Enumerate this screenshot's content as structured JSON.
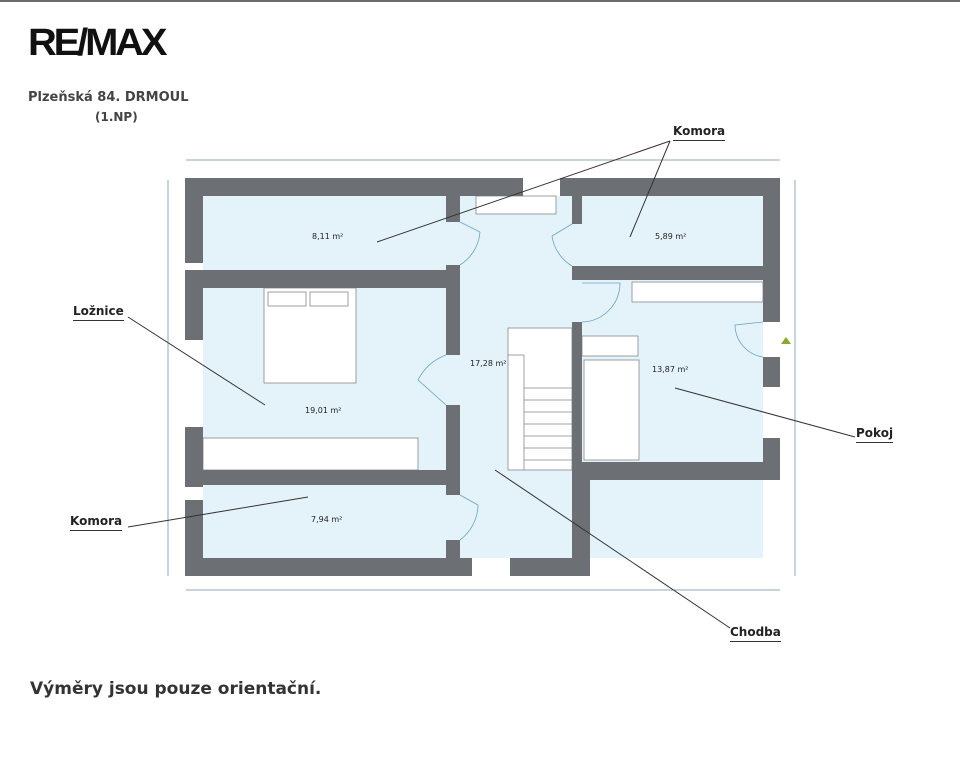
{
  "logo": "RE/MAX",
  "title": {
    "address": "Plzeňská  84. DRMOUL",
    "floor": "(1.NP)"
  },
  "rooms": [
    {
      "name": "Komora",
      "area": "8,11 m²"
    },
    {
      "name": "Komora",
      "area": "5,89 m²"
    },
    {
      "name": "Ložnice",
      "area": "19,01 m²"
    },
    {
      "name": "Chodba",
      "area": "17,28 m²"
    },
    {
      "name": "Pokoj",
      "area": "13,87 m²"
    },
    {
      "name": "Komora",
      "area": "7,94 m²"
    }
  ],
  "labels": {
    "komora_top": "Komora",
    "loznice": "Ložnice",
    "komora_bottom": "Komora",
    "pokoj": "Pokoj",
    "chodba": "Chodba"
  },
  "note": "Výměry jsou pouze orientační.",
  "colors": {
    "wall": "#6c6f73",
    "floor": "#e4f3fa",
    "line": "#333333"
  }
}
